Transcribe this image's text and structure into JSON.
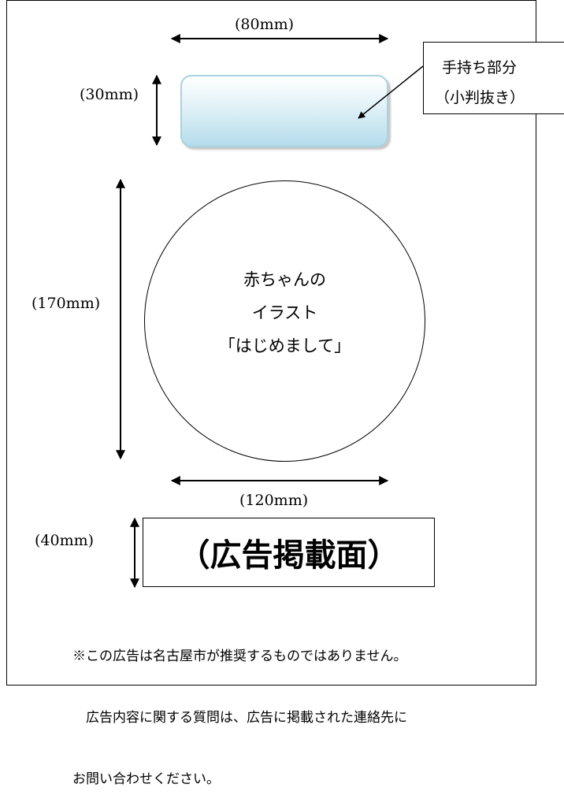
{
  "dimensions": {
    "handle_width": "(80mm)",
    "handle_height": "(30mm)",
    "circle_height": "(170mm)",
    "circle_width": "(120mm)",
    "ad_height": "(40mm)"
  },
  "callout": {
    "line1": "手持ち部分",
    "line2": "（小判抜き）"
  },
  "circle": {
    "lines": [
      "赤ちゃんの",
      "イラスト",
      "「はじめまして」"
    ]
  },
  "ad_area": {
    "label": "（広告掲載面）"
  },
  "notice": {
    "lines": [
      "※この広告は名古屋市が推奨するものではありません。",
      "　広告内容に関する質問は、広告に掲載された連絡先に",
      "お問い合わせください。"
    ]
  }
}
